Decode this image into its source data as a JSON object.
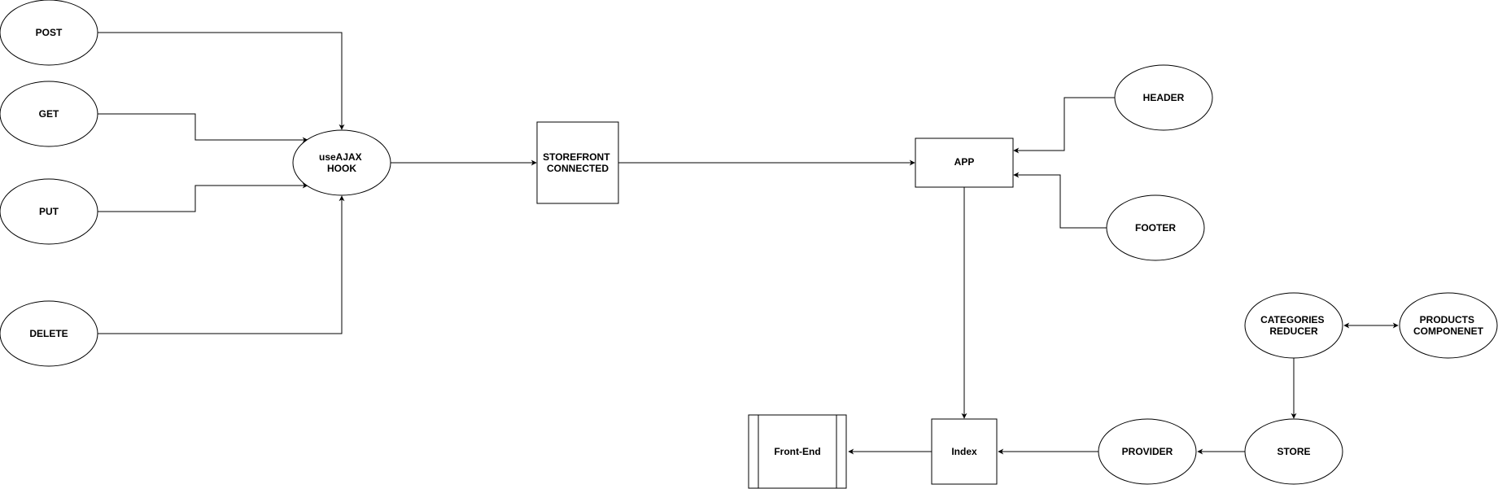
{
  "diagram": {
    "nodes": {
      "post": {
        "lines": [
          "POST"
        ]
      },
      "get": {
        "lines": [
          "GET"
        ]
      },
      "put": {
        "lines": [
          "PUT"
        ]
      },
      "delete": {
        "lines": [
          "DELETE"
        ]
      },
      "useajax": {
        "lines": [
          "useAJAX",
          "HOOK"
        ]
      },
      "storefront": {
        "lines": [
          "STOREFRONT",
          "CONNECTED"
        ]
      },
      "app": {
        "lines": [
          "APP"
        ]
      },
      "header": {
        "lines": [
          "HEADER"
        ]
      },
      "footer": {
        "lines": [
          "FOOTER"
        ]
      },
      "categories": {
        "lines": [
          "CATEGORIES",
          "REDUCER"
        ]
      },
      "products": {
        "lines": [
          "PRODUCTS",
          "COMPONENET"
        ]
      },
      "store": {
        "lines": [
          "STORE"
        ]
      },
      "provider": {
        "lines": [
          "PROVIDER"
        ]
      },
      "index": {
        "lines": [
          "Index"
        ]
      },
      "frontend": {
        "lines": [
          "Front-End"
        ]
      }
    },
    "edges": [
      {
        "from": "post",
        "to": "useajax"
      },
      {
        "from": "get",
        "to": "useajax"
      },
      {
        "from": "put",
        "to": "useajax"
      },
      {
        "from": "delete",
        "to": "useajax"
      },
      {
        "from": "useajax",
        "to": "storefront"
      },
      {
        "from": "storefront",
        "to": "app"
      },
      {
        "from": "header",
        "to": "app"
      },
      {
        "from": "footer",
        "to": "app"
      },
      {
        "from": "app",
        "to": "index"
      },
      {
        "from": "categories",
        "to": "products",
        "bidirectional": true
      },
      {
        "from": "categories",
        "to": "store"
      },
      {
        "from": "store",
        "to": "provider"
      },
      {
        "from": "provider",
        "to": "index"
      },
      {
        "from": "index",
        "to": "frontend"
      }
    ]
  }
}
